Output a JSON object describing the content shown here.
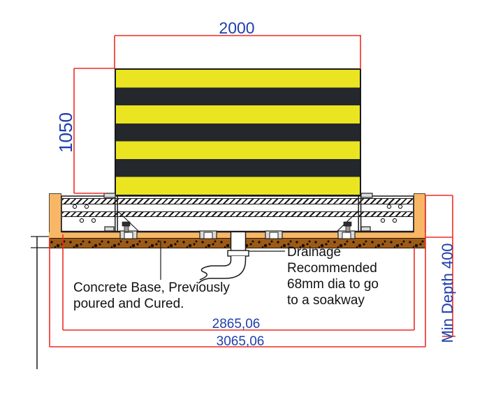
{
  "colors": {
    "dimension_red": "#ed2c23",
    "dimension_blue": "#1e3fae",
    "stripe_yellow": "#eae520",
    "stripe_dark": "#24282c",
    "timber_orange": "#f7b766",
    "concrete_brown": "#9c5a17"
  },
  "dims": {
    "top_width": "2000",
    "left_height": "1050",
    "base_inner_width": "2865,06",
    "base_outer_width": "3065,06",
    "min_depth": "Min Depth 400"
  },
  "notes": {
    "concrete": [
      "Concrete Base, Previously",
      "poured and Cured."
    ],
    "drainage": [
      "Drainage",
      "Recommended",
      "68mm dia to go",
      "to a soakway"
    ]
  }
}
